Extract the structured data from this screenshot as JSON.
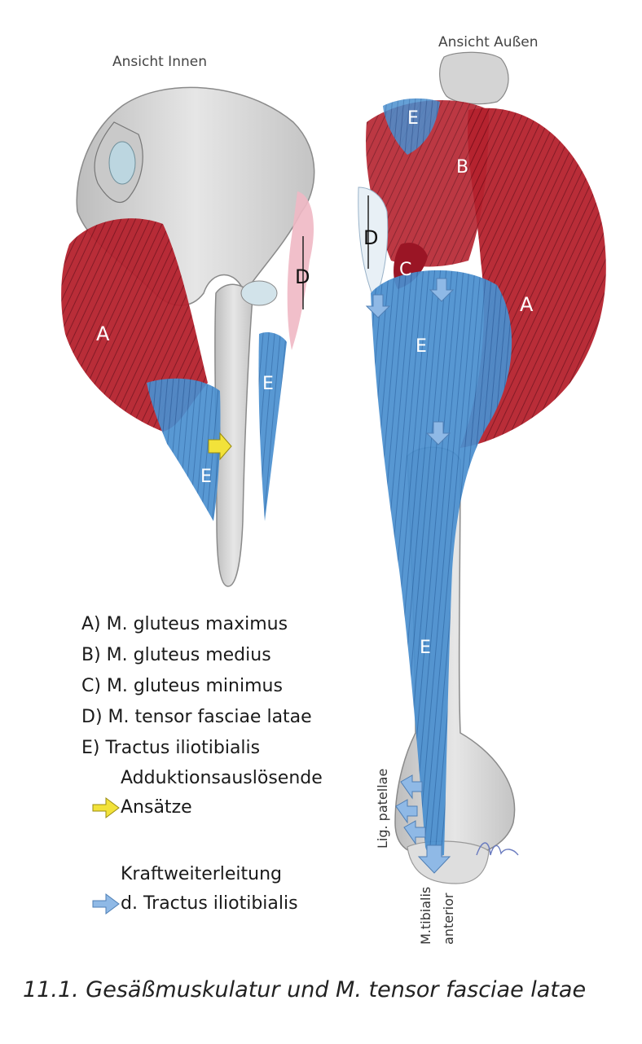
{
  "views": {
    "inner_title": "Ansicht Innen",
    "outer_title": "Ansicht Außen"
  },
  "labels": {
    "inner": {
      "A": "A",
      "D": "D",
      "E_upper": "E",
      "E_lower": "E"
    },
    "outer": {
      "E_top": "E",
      "B": "B",
      "D": "D",
      "C": "C",
      "A": "A",
      "E_mid": "E",
      "E_lower": "E"
    },
    "lig_patellae": "Lig. patellae",
    "tibialis_line1": "M.tibialis",
    "tibialis_line2": "anterior"
  },
  "legend": [
    "A) M. gluteus maximus",
    "B) M. gluteus medius",
    "C) M. gluteus minimus",
    "D) M. tensor fasciae latae",
    "E) Tractus iliotibialis"
  ],
  "arrow_legend": {
    "yellow": {
      "line1": "Adduktionsauslösende",
      "line2": "Ansätze",
      "color": "#f2e23a"
    },
    "blue": {
      "line1": "Kraftweiterleitung",
      "line2": "d. Tractus iliotibialis",
      "color": "#8fb9e6"
    }
  },
  "caption": "11.1. Gesäßmuskulatur und M. tensor fasciae latae",
  "colors": {
    "red_muscle": "#b5222e",
    "blue_tract": "#4a8fcf",
    "bone": "#d9d9d9",
    "pink": "#f0b8c4"
  }
}
